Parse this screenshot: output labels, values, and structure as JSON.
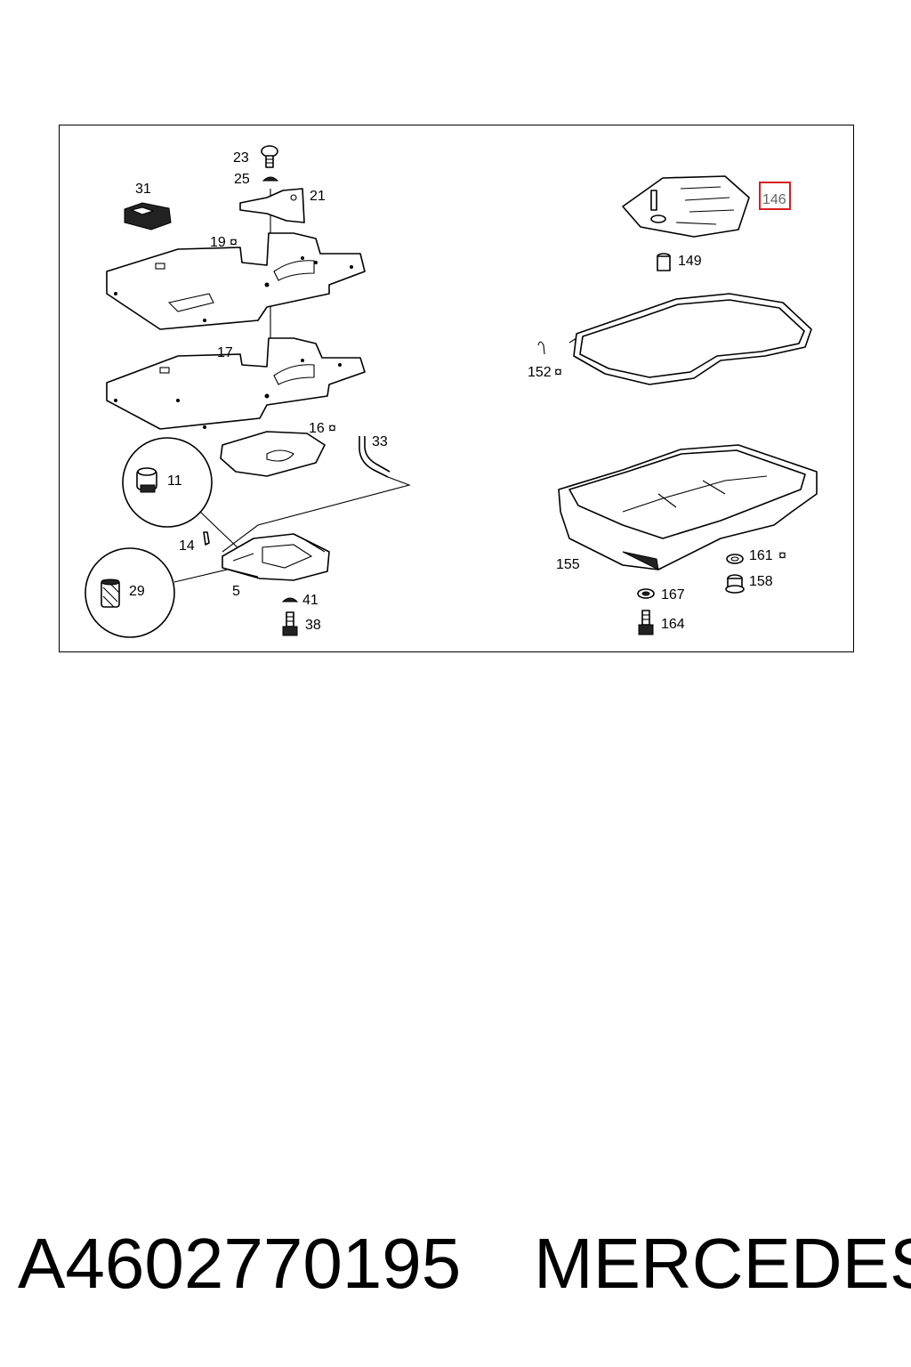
{
  "diagram": {
    "labels": {
      "l23": "23",
      "l25": "25",
      "l21": "21",
      "l31": "31",
      "l19": "19",
      "l17": "17",
      "l16": "16",
      "l33": "33",
      "l11": "11",
      "l14": "14",
      "l29": "29",
      "l5": "5",
      "l41": "41",
      "l38": "38",
      "l146": "146",
      "l149": "149",
      "l152": "152",
      "l155": "155",
      "l161": "161",
      "l158": "158",
      "l167": "167",
      "l164": "164"
    },
    "highlighted_part": "146",
    "highlight_color": "#d32020"
  },
  "footer": {
    "part_number": "A4602770195",
    "brand": "MERCEDES"
  }
}
